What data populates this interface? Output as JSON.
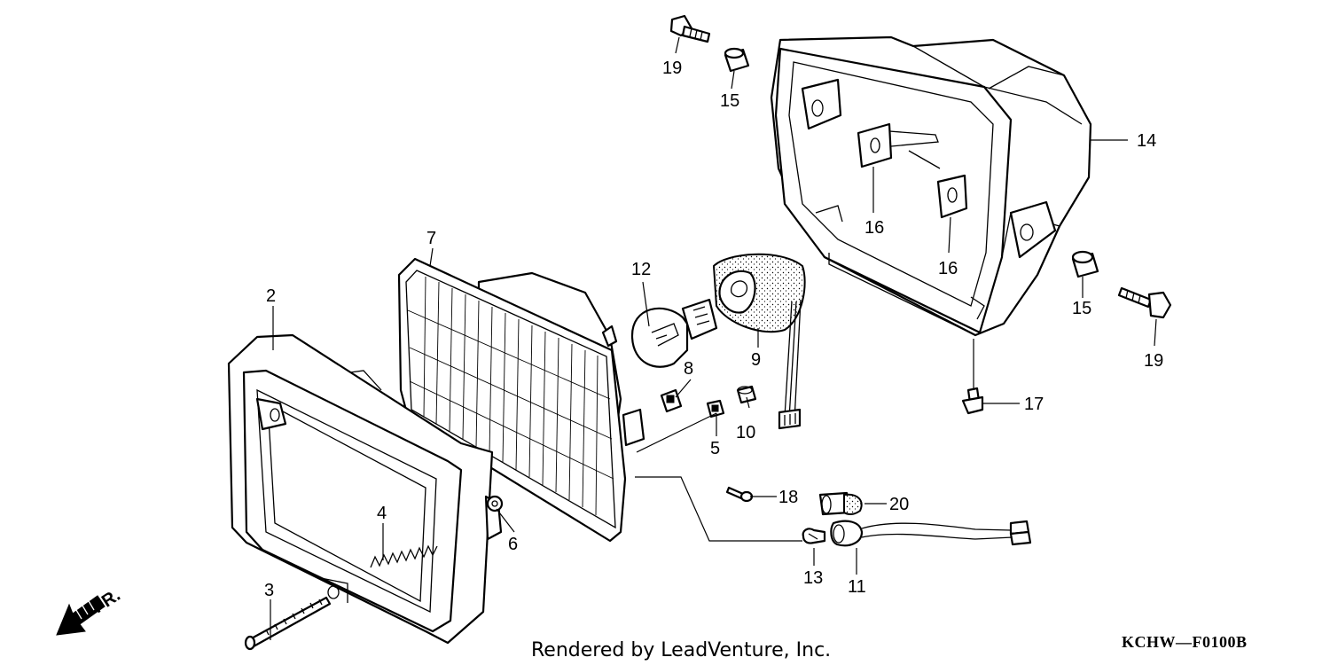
{
  "parts": [
    {
      "ref": "2",
      "label": "2"
    },
    {
      "ref": "3",
      "label": "3"
    },
    {
      "ref": "4",
      "label": "4"
    },
    {
      "ref": "5",
      "label": "5"
    },
    {
      "ref": "6",
      "label": "6"
    },
    {
      "ref": "7",
      "label": "7"
    },
    {
      "ref": "8",
      "label": "8"
    },
    {
      "ref": "9",
      "label": "9"
    },
    {
      "ref": "10",
      "label": "10"
    },
    {
      "ref": "11",
      "label": "11"
    },
    {
      "ref": "12",
      "label": "12"
    },
    {
      "ref": "13",
      "label": "13"
    },
    {
      "ref": "14",
      "label": "14"
    },
    {
      "ref": "15a",
      "label": "15"
    },
    {
      "ref": "15b",
      "label": "15"
    },
    {
      "ref": "16a",
      "label": "16"
    },
    {
      "ref": "16b",
      "label": "16"
    },
    {
      "ref": "17",
      "label": "17"
    },
    {
      "ref": "18",
      "label": "18"
    },
    {
      "ref": "19a",
      "label": "19"
    },
    {
      "ref": "19b",
      "label": "19"
    },
    {
      "ref": "20",
      "label": "20"
    }
  ],
  "direction_marker": "FR.",
  "footer": {
    "credit": "Rendered by LeadVenture, Inc.",
    "diagram_code": "KCHW—F0100B"
  }
}
